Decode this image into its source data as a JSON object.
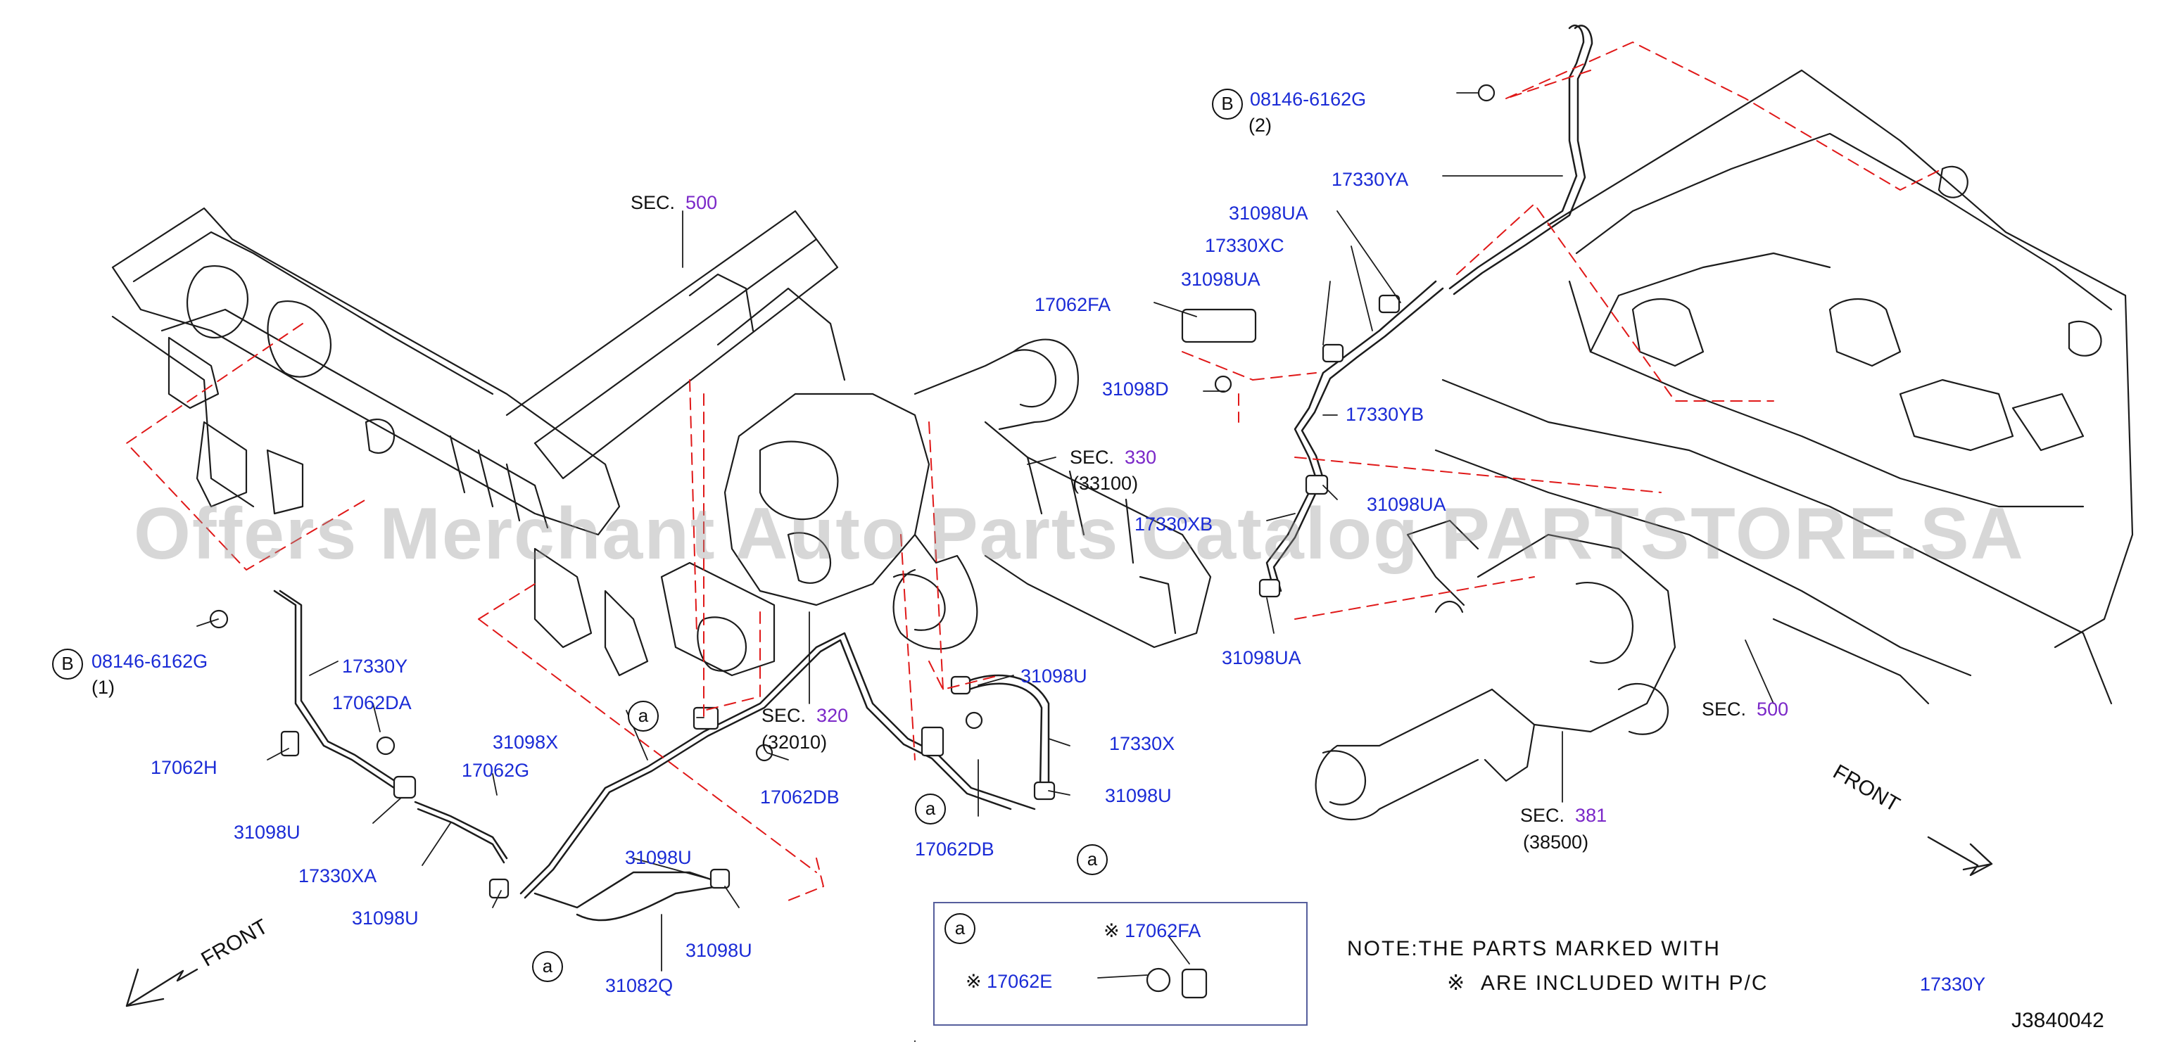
{
  "diagram": {
    "watermark": "Offers Merchant Auto Parts Catalog PARTSTORE.SA",
    "code": "J3840042",
    "front_label": "FRONT",
    "sections": [
      {
        "prefix": "SEC.",
        "num": "500"
      },
      {
        "prefix": "SEC.",
        "num": "330",
        "sub": "(33100)"
      },
      {
        "prefix": "SEC.",
        "num": "320",
        "sub": "(32010)"
      },
      {
        "prefix": "SEC.",
        "num": "500"
      },
      {
        "prefix": "SEC.",
        "num": "381",
        "sub": "(38500)"
      }
    ],
    "callout_letter_a": "a",
    "callout_letter_b": "B",
    "parts": {
      "p08146_1": "08146-6162G",
      "p08146_1_qty": "(1)",
      "p08146_2": "08146-6162G",
      "p08146_2_qty": "(2)",
      "p17330Y": "17330Y",
      "p17062DA": "17062DA",
      "p17062H": "17062H",
      "p31098U_a": "31098U",
      "p17330XA": "17330XA",
      "p31098U_b": "31098U",
      "p31098X": "31098X",
      "p17062G": "17062G",
      "p31098U_c": "31098U",
      "p31098U_d": "31098U",
      "p31082Q": "31082Q",
      "p17062DB_a": "17062DB",
      "p31098U_e": "31098U",
      "p17330X": "17330X",
      "p31098U_f": "31098U",
      "p17062DB_b": "17062DB",
      "p17062FA": "17062FA",
      "p31098D": "31098D",
      "p17330YA": "17330YA",
      "p31098UA_a": "31098UA",
      "p17330XC": "17330XC",
      "p31098UA_b": "31098UA",
      "p17330YB": "17330YB",
      "p31098UA_c": "31098UA",
      "p17330XB": "17330XB",
      "p31098UA_d": "31098UA"
    },
    "inset": {
      "mark": "※",
      "p17062FA": "17062FA",
      "p17062E": "17062E"
    },
    "note": {
      "line1": "NOTE:THE  PARTS  MARKED  WITH",
      "mark": "※",
      "line2": "ARE  INCLUDED  WITH  P/C",
      "part": "17330Y"
    }
  }
}
